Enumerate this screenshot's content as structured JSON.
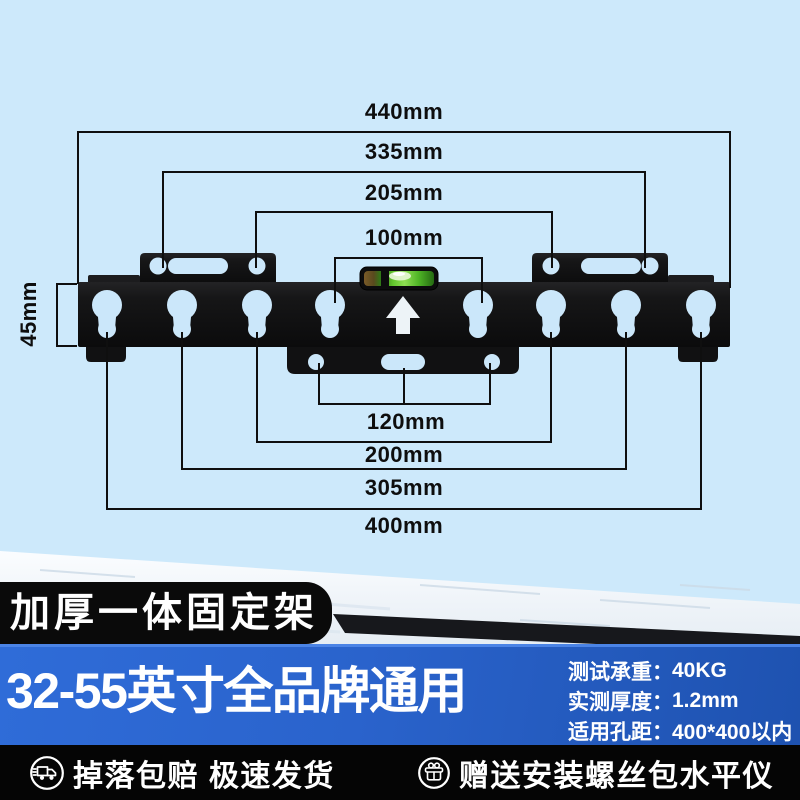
{
  "diagram": {
    "top_dimensions": [
      "440mm",
      "335mm",
      "205mm",
      "100mm"
    ],
    "left_dimension": "45mm",
    "bottom_dimensions": [
      "120mm",
      "200mm",
      "305mm",
      "400mm"
    ]
  },
  "ribbon_label": "加厚一体固定架",
  "blue_banner": {
    "title": "32-55英寸全品牌通用",
    "specs": [
      {
        "label": "测试承重：",
        "value": "40KG"
      },
      {
        "label": "实测厚度：",
        "value": "1.2mm"
      },
      {
        "label": "适用孔距：",
        "value": "400*400以内"
      }
    ]
  },
  "footer": {
    "left_text": "掉落包赔 极速发货",
    "right_text": "赠送安装螺丝包水平仪",
    "left_icon": "delivery-truck-icon",
    "right_icon": "gift-box-icon"
  },
  "colors": {
    "background": "#cde9fb",
    "bracket": "#161616",
    "banner_blue_start": "#2f6cd8",
    "banner_blue_end": "#1e52b0",
    "level_green": "#64c72e",
    "footer_background": "#050505",
    "text_dark": "#0e0e0e",
    "text_light": "#ffffff"
  }
}
